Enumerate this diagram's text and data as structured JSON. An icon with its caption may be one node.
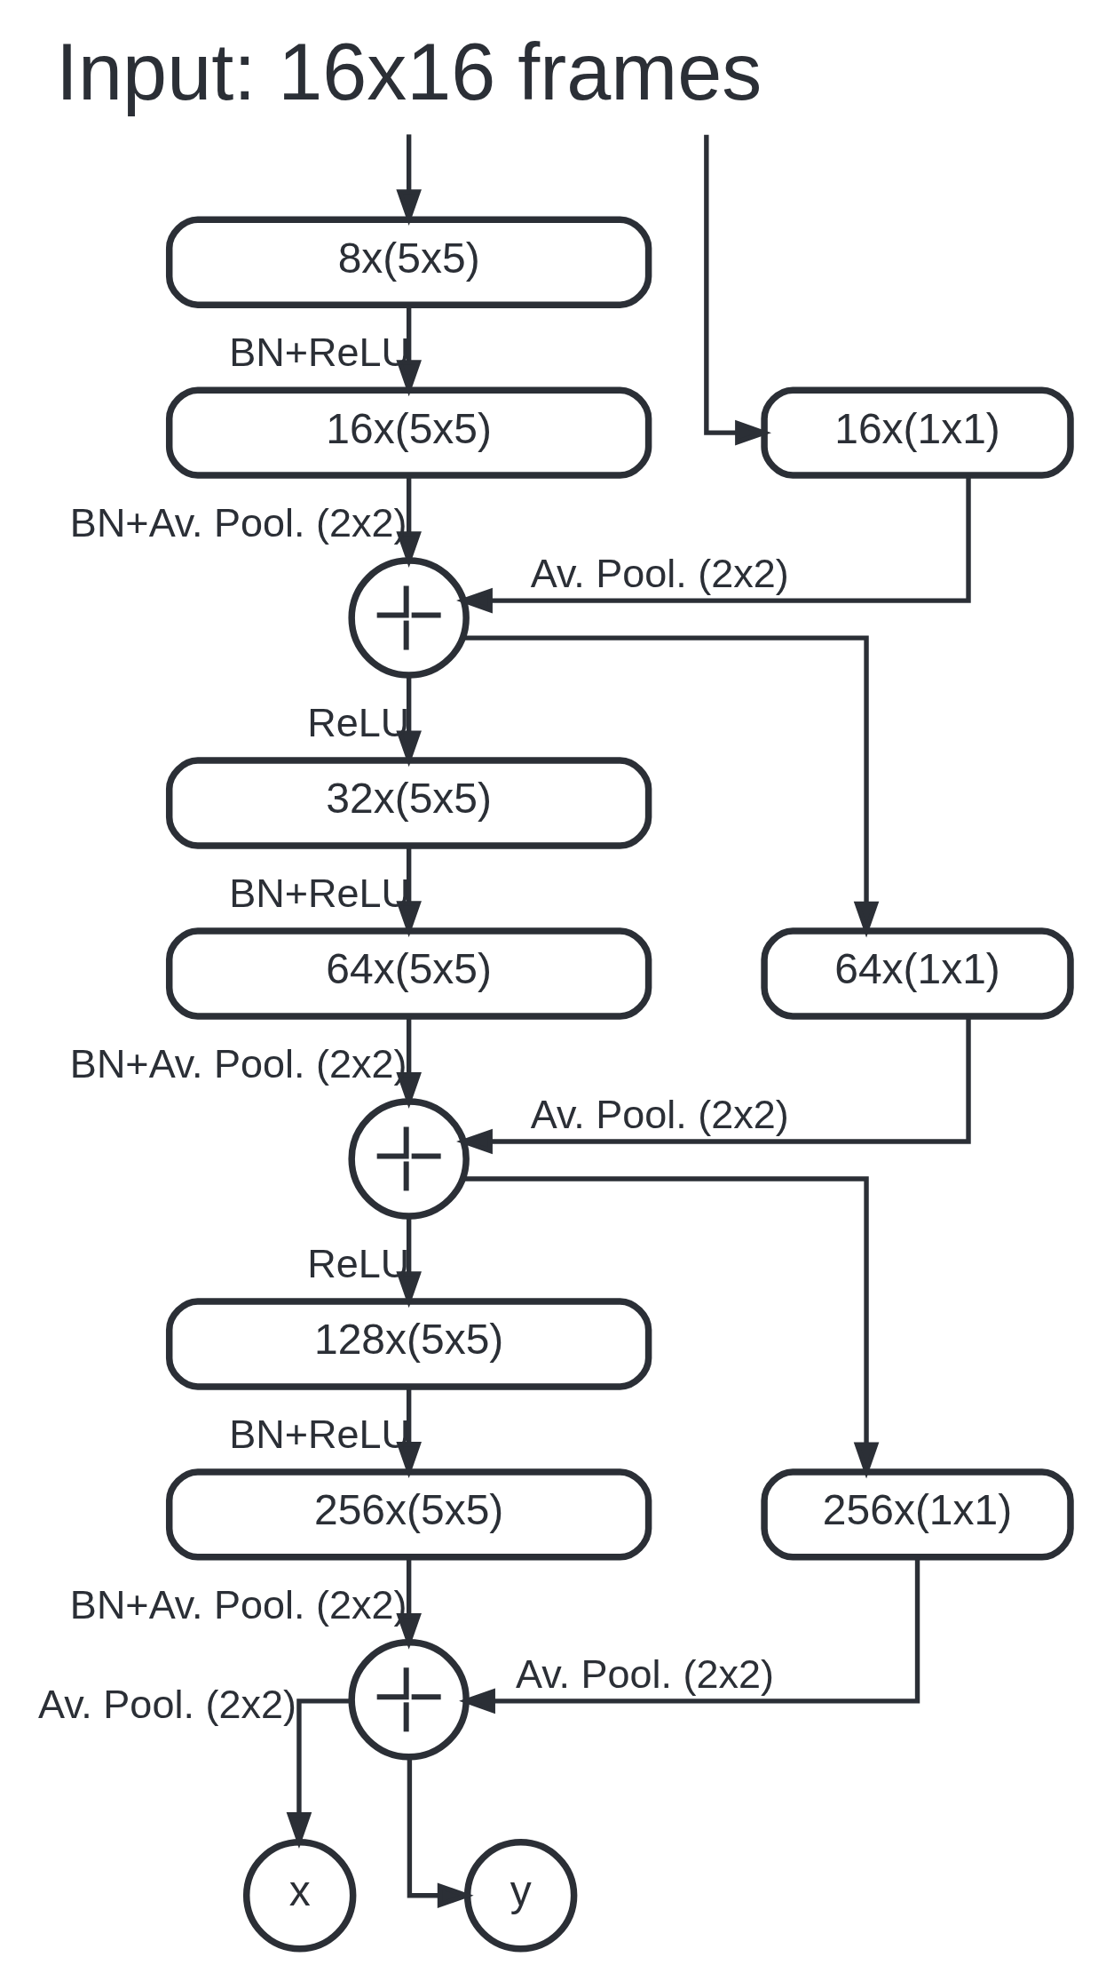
{
  "diagram": {
    "nodes": [
      {
        "text": [
          "Input: 16x16 frames"
        ]
      },
      {
        "text": [
          "8x(5x5)"
        ]
      },
      {
        "text": [
          "16x(1x1)"
        ]
      },
      {
        "text": [
          "16x(5x5)"
        ]
      },
      {
        "text": [],
        "shape": "circle"
      },
      {
        "text": [
          "32x(5x5)"
        ]
      },
      {
        "text": [
          "64x(1x1)"
        ]
      },
      {
        "text": [
          "64x(5x5)"
        ]
      },
      {
        "text": [],
        "shape": "circle"
      },
      {
        "text": [
          "128x(5x5)"
        ]
      },
      {
        "text": [
          "256x(1x1)"
        ]
      },
      {
        "text": [
          "256x(5x5)"
        ]
      },
      {
        "text": [],
        "shape": "circle"
      },
      {
        "text": [
          "x"
        ]
      },
      {
        "text": [
          "y"
        ]
      }
    ],
    "edges": [
      {
        "from": 0,
        "to": 1,
        "arrow": "to"
      },
      {
        "from": 0,
        "to": 2,
        "arrow": "to"
      },
      {
        "from": 1,
        "to": 3,
        "arrow": "to",
        "label": "BN+ReLU"
      },
      {
        "from": 3,
        "to": 4,
        "arrow": "to",
        "label": "BN+Av. Pool. (2x2)"
      },
      {
        "from": 2,
        "to": 4,
        "arrow": "to",
        "label": "Av. Pool. (2x2)"
      },
      {
        "from": 4,
        "to": 5,
        "arrow": "to",
        "label": "ReLU"
      },
      {
        "from": 4,
        "to": 6,
        "arrow": "to"
      },
      {
        "from": 5,
        "to": 7,
        "arrow": "to",
        "label": "BN+ReLU"
      },
      {
        "from": 7,
        "to": 8,
        "arrow": "to",
        "label": "BN+Av. Pool. (2x2)"
      },
      {
        "from": 6,
        "to": 8,
        "arrow": "to",
        "label": "Av. Pool. (2x2)"
      },
      {
        "from": 8,
        "to": 9,
        "arrow": "to",
        "label": "ReLU"
      },
      {
        "from": 8,
        "to": 10,
        "arrow": "to"
      },
      {
        "from": 9,
        "to": 11,
        "arrow": "to",
        "label": "BN+ReLU"
      },
      {
        "from": 11,
        "to": 12,
        "arrow": "to",
        "label": "BN+Av. Pool. (2x2)"
      },
      {
        "from": 10,
        "to": 12,
        "arrow": "to",
        "label": "Av. Pool. (2x2)"
      },
      {
        "from": 12,
        "to": 13,
        "arrow": "to",
        "label": "Av. Pool. (2x2)"
      },
      {
        "from": 12,
        "to": 14,
        "arrow": "to"
      }
    ]
  }
}
